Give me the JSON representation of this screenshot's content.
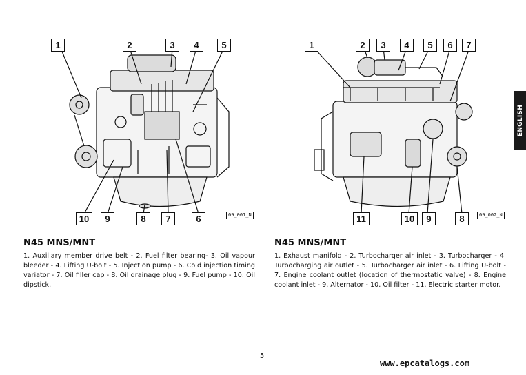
{
  "left_figure": {
    "callouts": [
      "1",
      "2",
      "3",
      "4",
      "5",
      "10",
      "9",
      "8",
      "7",
      "6"
    ],
    "figure_code": "09_001_N"
  },
  "right_figure": {
    "callouts": [
      "1",
      "2",
      "3",
      "4",
      "5",
      "6",
      "7",
      "11",
      "10",
      "9",
      "8"
    ],
    "figure_code": "09_002_N"
  },
  "left_text": {
    "heading": "N45 MNS/MNT",
    "caption": "1. Auxiliary member drive belt - 2. Fuel filter bearing- 3. Oil vapour bleeder - 4. Lifting U-bolt - 5. Injection pump - 6. Cold injection timing variator - 7. Oil filler cap - 8. Oil drainage plug - 9. Fuel pump - 10. Oil dipstick."
  },
  "right_text": {
    "heading": "N45 MNS/MNT",
    "caption": "1. Exhaust manifold - 2. Turbocharger air inlet - 3. Turbocharger - 4. Turbocharging air outlet - 5. Turbocharger air inlet - 6. Lifting U-bolt - 7. Engine coolant outlet (location of thermostatic valve) - 8. Engine coolant inlet - 9. Alternator - 10. Oil filter - 11. Electric starter motor."
  },
  "page_number": "5",
  "language_tab": "ENGLISH",
  "watermark": "www.epcatalogs.com",
  "colors": {
    "ink": "#111111",
    "tab": "#1a1a1a",
    "paper": "#ffffff"
  }
}
